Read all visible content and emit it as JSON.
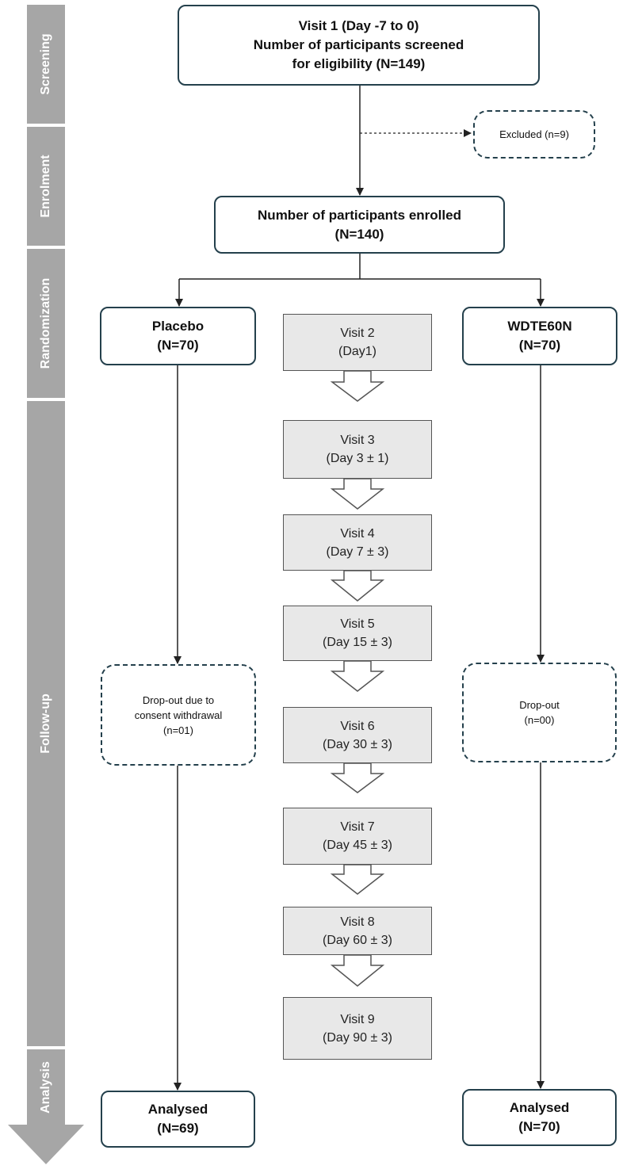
{
  "phases": {
    "screening": "Screening",
    "enrolment": "Enrolment",
    "randomization": "Randomization",
    "followup": "Follow-up",
    "analysis": "Analysis"
  },
  "screening_box": {
    "line1": "Visit 1 (Day -7 to 0)",
    "line2": "Number of participants screened",
    "line3": "for eligibility (N=149)"
  },
  "excluded": "Excluded (n=9)",
  "enrolled": {
    "line1": "Number of participants enrolled",
    "line2": "(N=140)"
  },
  "placebo": {
    "name": "Placebo",
    "n": "(N=70)"
  },
  "treatment": {
    "name": "WDTE60N",
    "n": "(N=70)"
  },
  "visits": [
    {
      "title": "Visit 2",
      "day": "(Day1)"
    },
    {
      "title": "Visit 3",
      "day": "(Day 3 ± 1)"
    },
    {
      "title": "Visit 4",
      "day": "(Day 7 ± 3)"
    },
    {
      "title": "Visit 5",
      "day": "(Day 15 ± 3)"
    },
    {
      "title": "Visit 6",
      "day": "(Day 30 ± 3)"
    },
    {
      "title": "Visit 7",
      "day": "(Day 45 ± 3)"
    },
    {
      "title": "Visit 8",
      "day": "(Day 60 ± 3)"
    },
    {
      "title": "Visit 9",
      "day": "(Day 90 ± 3)"
    }
  ],
  "placebo_dropout": {
    "line1": "Drop-out due to",
    "line2": "consent withdrawal",
    "line3": "(n=01)"
  },
  "treatment_dropout": {
    "line1": "Drop-out",
    "line2": "(n=00)"
  },
  "placebo_analysed": {
    "label": "Analysed",
    "n": "(N=69)"
  },
  "treatment_analysed": {
    "label": "Analysed",
    "n": "(N=70)"
  },
  "colors": {
    "box_border": "#24404c",
    "phase_bar": "#a6a6a6",
    "visit_fill": "#e8e8e8"
  }
}
